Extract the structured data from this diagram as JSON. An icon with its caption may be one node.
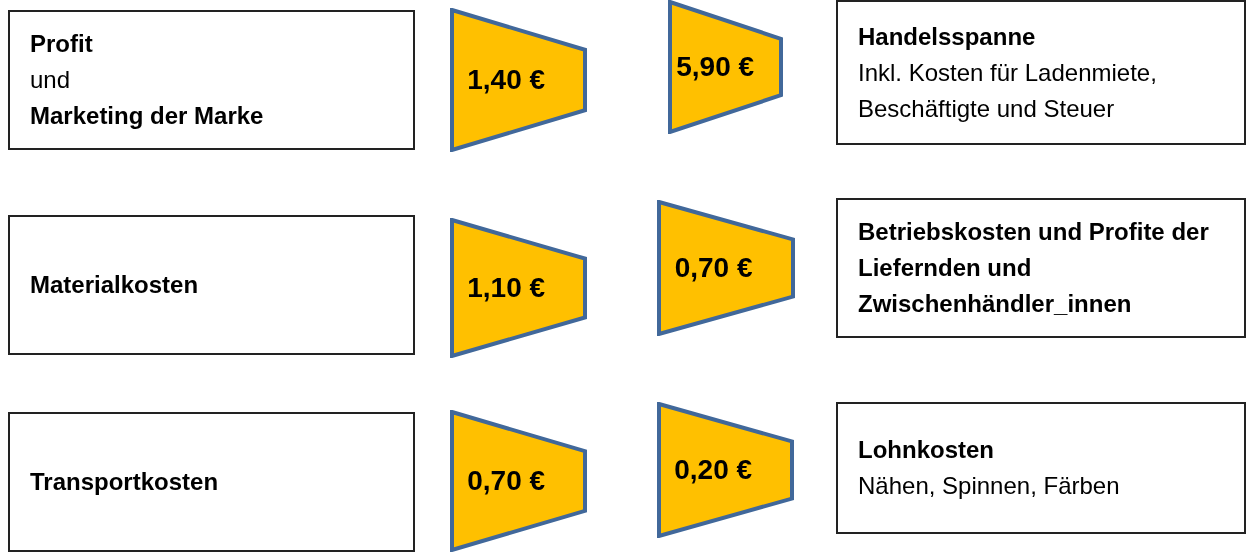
{
  "diagram": {
    "nodes": [
      {
        "text": [
          "Profit",
          "und",
          "Marketing der Marke"
        ]
      },
      {
        "text": [
          "1,40 €"
        ]
      },
      {
        "text": [
          "5,90 €"
        ]
      },
      {
        "text": [
          "Handelsspanne",
          "Inkl. Kosten für Ladenmiete, Beschäftigte und Steuer"
        ]
      },
      {
        "text": [
          "Materialkosten"
        ]
      },
      {
        "text": [
          "1,10 €"
        ]
      },
      {
        "text": [
          "0,70 €"
        ]
      },
      {
        "text": [
          "Betriebskosten und Profite der Liefernden und Zwischenhändler_innen"
        ]
      },
      {
        "text": [
          "Transportkosten"
        ]
      },
      {
        "text": [
          "0,70 €"
        ]
      },
      {
        "text": [
          "0,20 €"
        ]
      },
      {
        "text": [
          "Lohnkosten",
          "Nähen, Spinnen, Färben"
        ]
      }
    ]
  }
}
